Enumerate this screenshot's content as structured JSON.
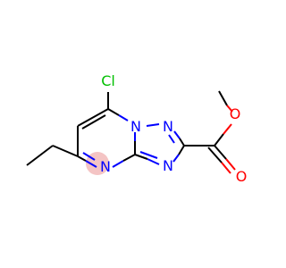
{
  "molecule": {
    "atoms": {
      "cl": "Cl",
      "n1": "N",
      "n2": "N",
      "n3": "N",
      "n4": "N",
      "o1": "O",
      "o2": "O"
    }
  },
  "colors": {
    "carbon": "#000000",
    "nitrogen": "#0000ff",
    "oxygen": "#ff0000",
    "chlorine": "#00bf00",
    "highlight": "#f4c4c4"
  }
}
